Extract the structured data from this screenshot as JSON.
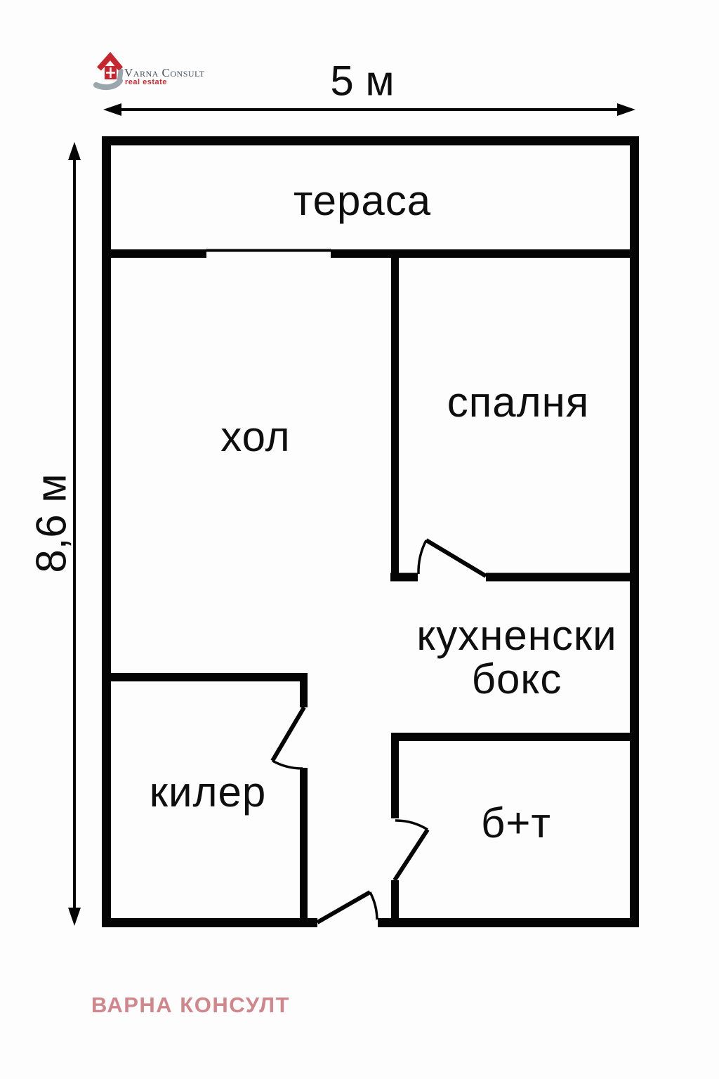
{
  "logo": {
    "title": "Varna Consult",
    "tagline": "real estate",
    "house_color": "#c6262e",
    "hand_color": "#9aa5ac",
    "title_color": "#4a525a",
    "tagline_color": "#c92f35"
  },
  "dimensions": {
    "width_label": "5 м",
    "height_label": "8,6 м"
  },
  "rooms": {
    "terrace": "тераса",
    "living": "хол",
    "bedroom": "спалня",
    "kitchen_line1": "кухненски",
    "kitchen_line2": "бокс",
    "pantry": "килер",
    "bath": "б+т"
  },
  "watermark": {
    "text": "ВАРНА КОНСУЛТ",
    "color": "#d0868b"
  },
  "colors": {
    "wall": "#050505",
    "background": "#fdfdfd",
    "label": "#0e0e0e"
  }
}
